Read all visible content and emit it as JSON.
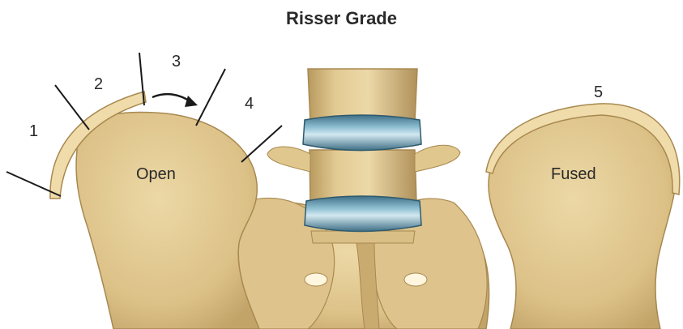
{
  "title": "Risser Grade",
  "labels": {
    "open": "Open",
    "fused": "Fused",
    "grade1": "1",
    "grade2": "2",
    "grade3": "3",
    "grade4": "4",
    "grade5": "5"
  },
  "colors": {
    "bone": "#e4cd96",
    "bone_dark": "#b89a5e",
    "bone_shadow": "#a88850",
    "apophysis": "#efdcaa",
    "disc": "#7fb3c8",
    "disc_light": "#c6e0ea",
    "disc_dark": "#3f6f86",
    "line": "#1a1a1a"
  }
}
